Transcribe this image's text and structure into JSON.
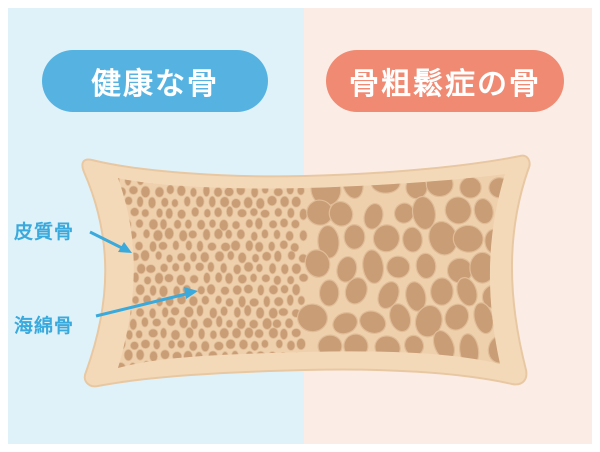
{
  "title_left": "健康な骨",
  "title_right": "骨粗鬆症の骨",
  "label_cortical": "皮質骨",
  "label_spongy": "海綿骨",
  "colors": {
    "left_background": "#dff2fa",
    "right_background": "#fcece6",
    "pill_left": "#56b3e1",
    "pill_right": "#f08a72",
    "label_color": "#3aa9dc",
    "bone_outer": "#f4d9b8",
    "bone_pore": "#c99d75",
    "bone_pore_rim": "#e0bd98"
  }
}
